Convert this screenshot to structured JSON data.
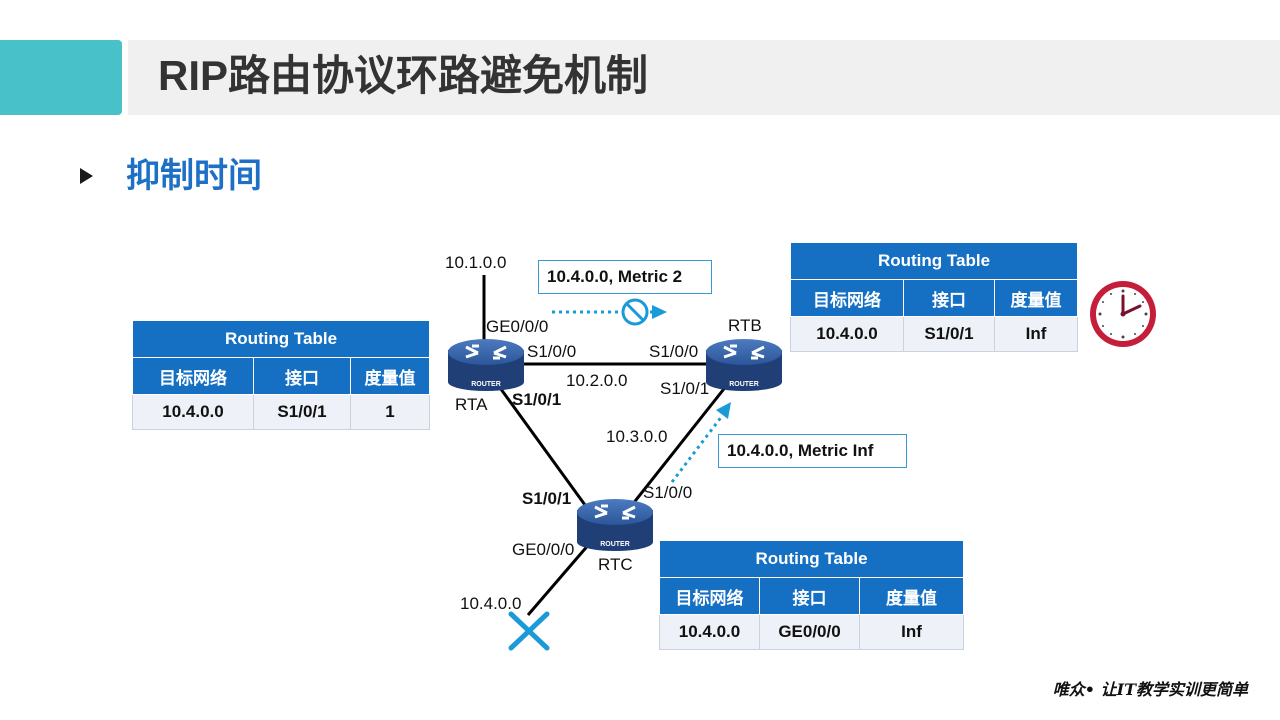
{
  "header": {
    "title": "RIP路由协议环路避免机制"
  },
  "section": {
    "title": "抑制时间"
  },
  "routers": {
    "rta": {
      "name": "RTA",
      "badge": "ROUTER"
    },
    "rtb": {
      "name": "RTB",
      "badge": "ROUTER"
    },
    "rtc": {
      "name": "RTC",
      "badge": "ROUTER"
    }
  },
  "networks": {
    "n1": "10.1.0.0",
    "n2": "10.2.0.0",
    "n3": "10.3.0.0",
    "n4": "10.4.0.0"
  },
  "interfaces": {
    "rta_ge": "GE0/0/0",
    "rta_s100": "S1/0/0",
    "rta_s101": "S1/0/1",
    "rtb_s100": "S1/0/0",
    "rtb_s101": "S1/0/1",
    "rtc_s101": "S1/0/1",
    "rtc_s100": "S1/0/0",
    "rtc_ge": "GE0/0/0"
  },
  "callouts": {
    "a_to_b": "10.4.0.0, Metric 2",
    "c_to_b": "10.4.0.0, Metric Inf"
  },
  "tables": {
    "rta": {
      "caption": "Routing Table",
      "headers": [
        "目标网络",
        "接口",
        "度量值"
      ],
      "row": [
        "10.4.0.0",
        "S1/0/1",
        "1"
      ]
    },
    "rtb": {
      "caption": "Routing Table",
      "headers": [
        "目标网络",
        "接口",
        "度量值"
      ],
      "row": [
        "10.4.0.0",
        "S1/0/1",
        "Inf"
      ]
    },
    "rtc": {
      "caption": "Routing Table",
      "headers": [
        "目标网络",
        "接口",
        "度量值"
      ],
      "row": [
        "10.4.0.0",
        "GE0/0/0",
        "Inf"
      ]
    }
  },
  "colors": {
    "accent": "#49c1c8",
    "title_blue": "#1e6fc6",
    "table_header": "#1570c4",
    "router": "#2a4f8c",
    "arrow": "#1a9bd7",
    "cross": "#1a9bd7",
    "clock_ring": "#c41e3a"
  },
  "icons": {
    "bullet": "triangle-bullet-icon",
    "clock": "clock-icon",
    "blocked": "no-entry-icon",
    "failure": "cross-icon"
  },
  "footer": {
    "text": "唯众• 让IT教学实训更简单"
  }
}
